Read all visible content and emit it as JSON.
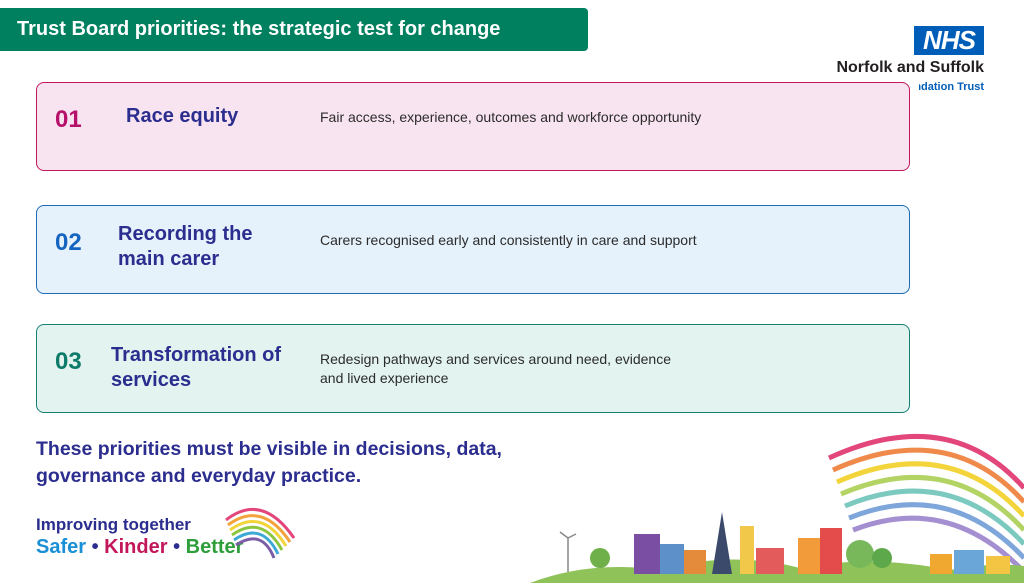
{
  "header": {
    "title": "Trust Board priorities: the strategic test for change"
  },
  "logo": {
    "nhs_text": "NHS",
    "org_name": "Norfolk and Suffolk",
    "org_subtitle": "NHS Foundation Trust",
    "nhs_color": "#005eb8"
  },
  "priorities": [
    {
      "number": "01",
      "heading": "Race equity",
      "description": "Fair access, experience, outcomes and workforce opportunity",
      "accent": "#c2185b"
    },
    {
      "number": "02",
      "heading": "Recording the main carer",
      "description": "Carers recognised early and consistently in care and support",
      "accent": "#1d6bb8"
    },
    {
      "number": "03",
      "heading": "Transformation of services",
      "description": "Redesign pathways and services around need, evidence and lived experience",
      "accent": "#138074"
    }
  ],
  "statement": "These priorities must be visible in decisions, data, governance and everyday practice.",
  "footer": {
    "improving": "Improving together",
    "safer": "Safer",
    "kinder": "Kinder",
    "better": "Better",
    "separator": "•"
  },
  "colors": {
    "brand_green": "#00805f",
    "heading_navy": "#2b2d8f"
  }
}
